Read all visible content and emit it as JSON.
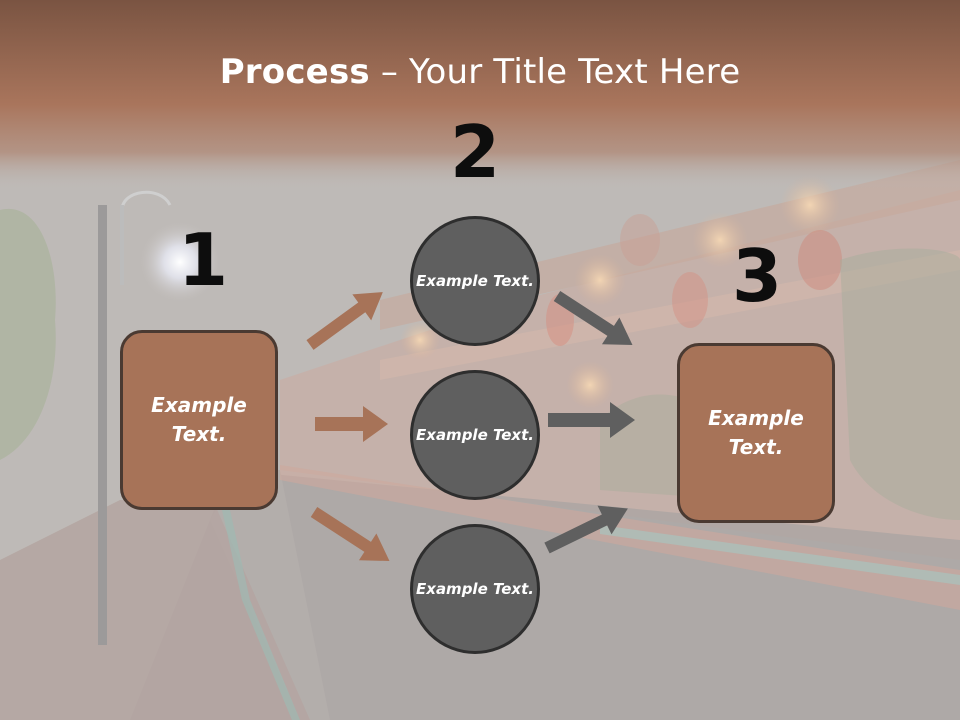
{
  "title": {
    "bold": "Process",
    "rest": " – Your Title Text Here"
  },
  "steps": [
    {
      "number": "1",
      "text": "Example Text."
    },
    {
      "number": "2",
      "items": [
        "Example Text.",
        "Example Text.",
        "Example Text."
      ]
    },
    {
      "number": "3",
      "text": "Example Text."
    }
  ],
  "colors": {
    "header": "#a77358",
    "box": "#a77358",
    "circle": "#5f5f5f",
    "arrow_left": "#a77358",
    "arrow_right": "#5f5f5f"
  }
}
